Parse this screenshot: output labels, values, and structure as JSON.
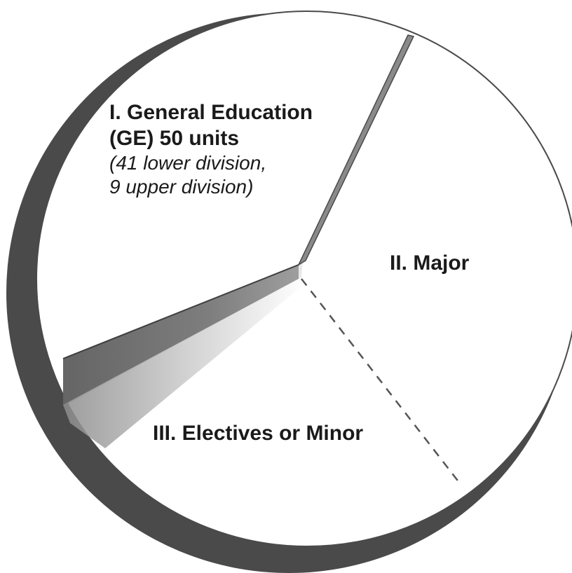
{
  "segments": [
    {
      "id": "general-education",
      "title": "I. General  Education",
      "units_line": "(GE)  50 units",
      "detail_line_1": "(41 lower division,",
      "detail_line_2": "9 upper division)"
    },
    {
      "id": "major",
      "title": "II. Major"
    },
    {
      "id": "electives-or-minor",
      "title": "III. Electives or Minor"
    }
  ],
  "colors": {
    "rim_dark": "#4a4a4a",
    "divider_gray": "#8a8a8a",
    "dashed_line": "#555555",
    "fill": "#ffffff",
    "text": "#1a1a1a"
  }
}
